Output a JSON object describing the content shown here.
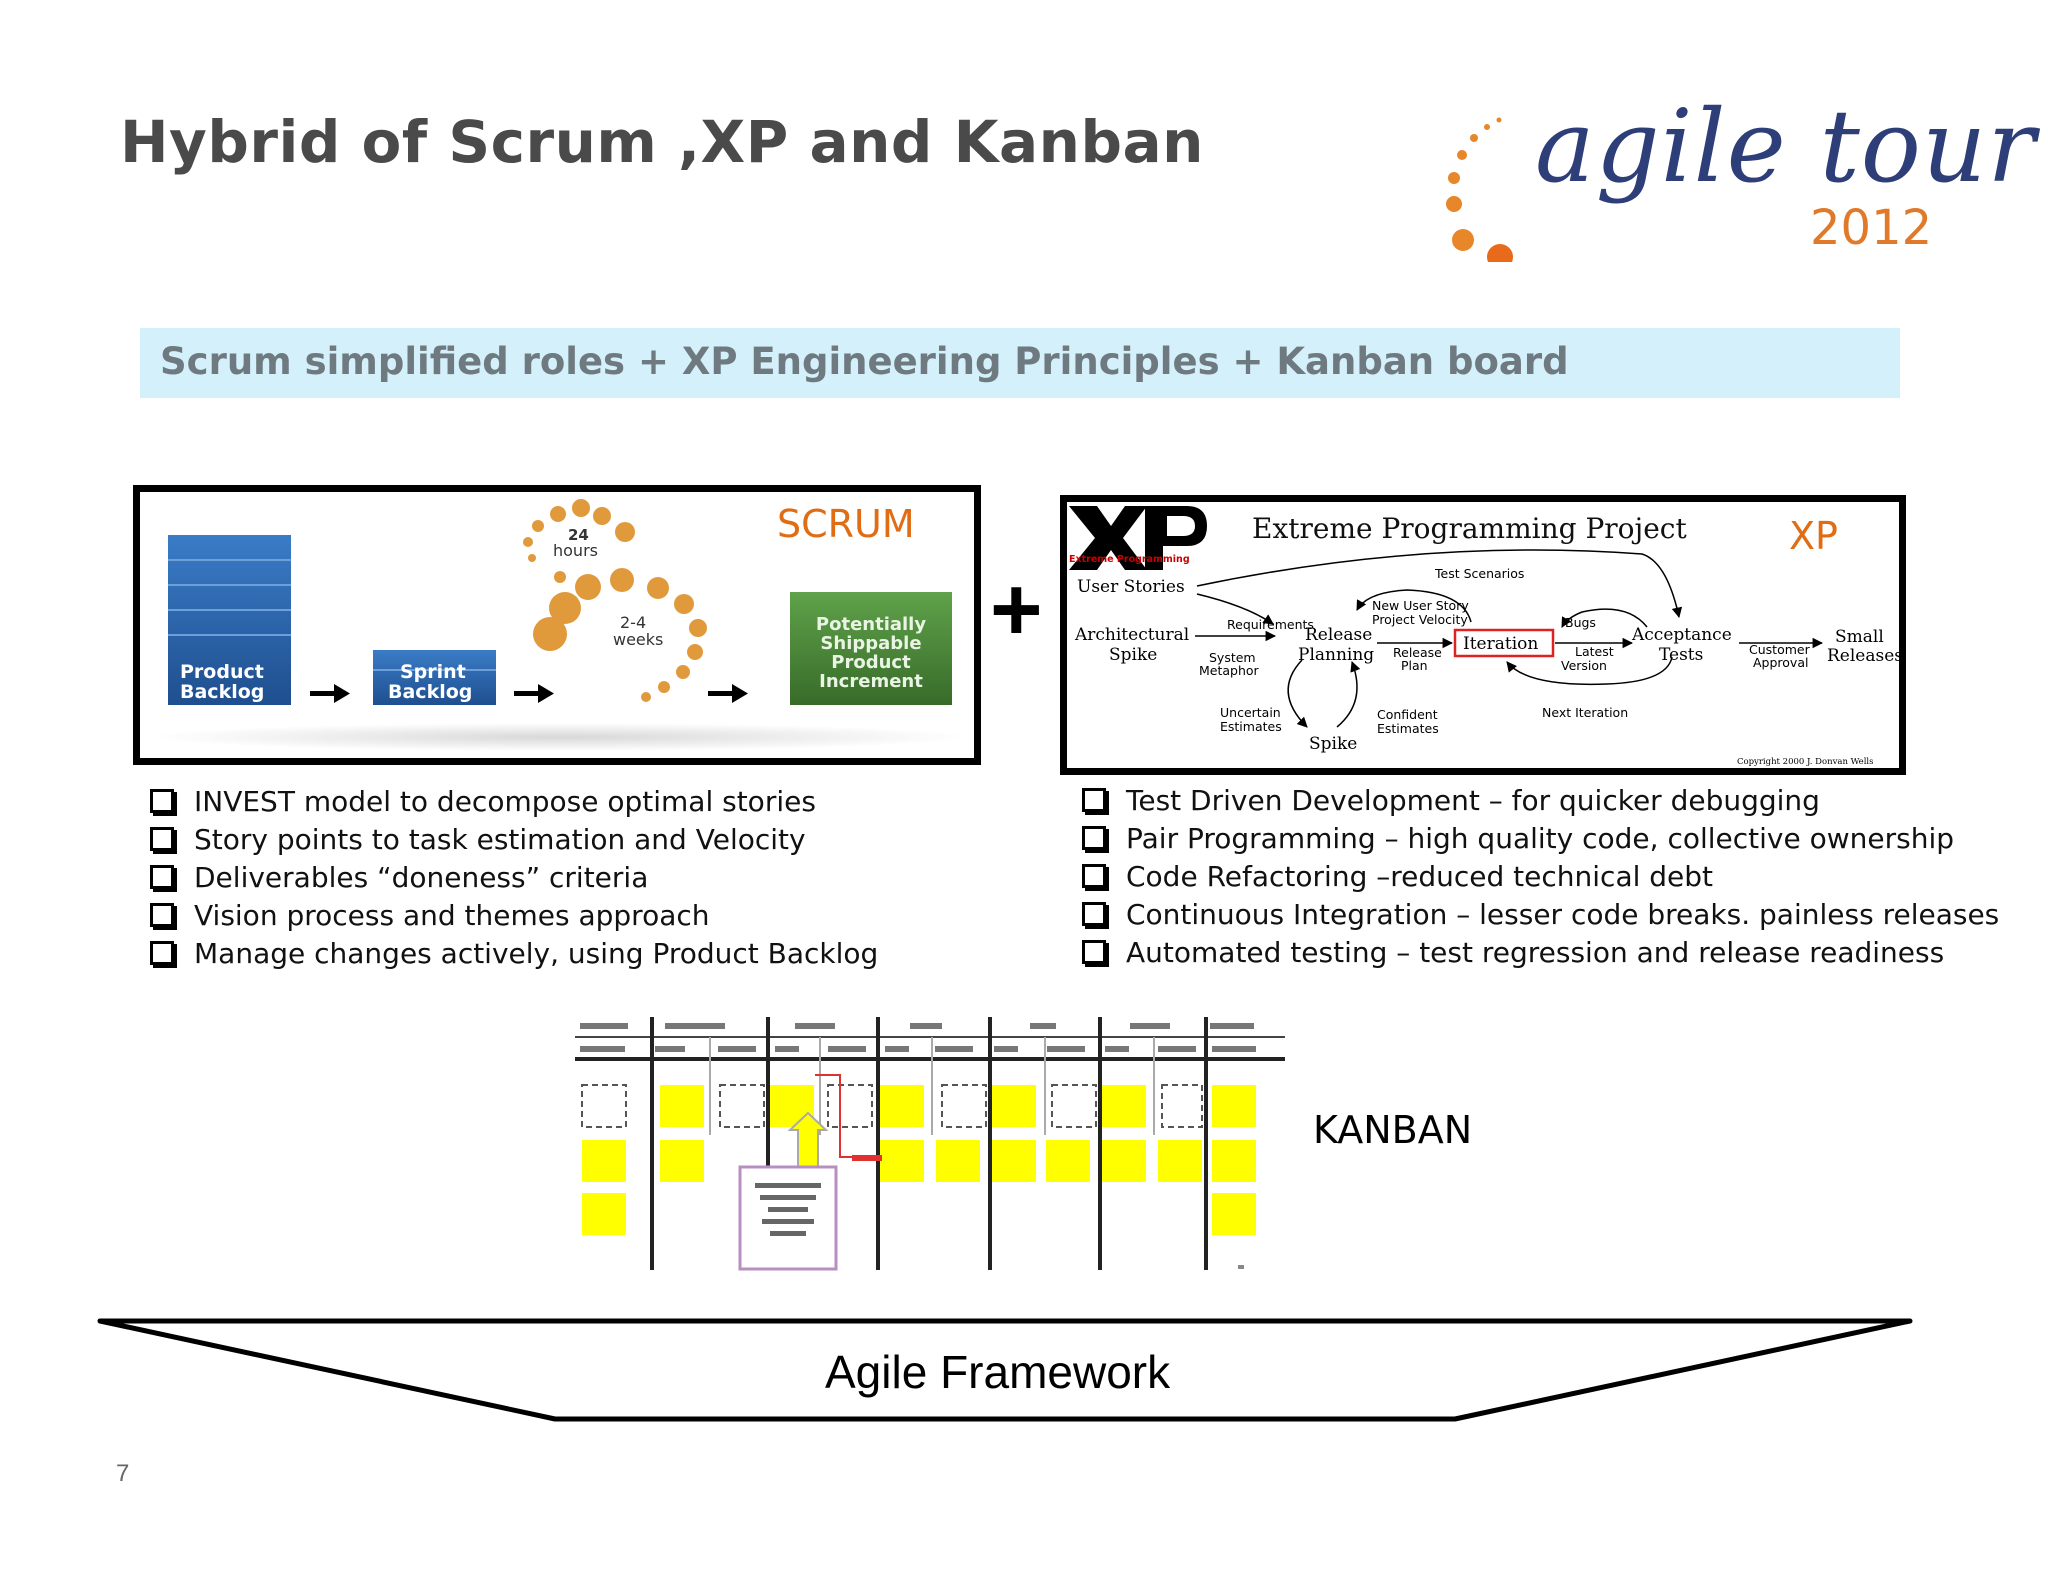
{
  "slide": {
    "title": "Hybrid of Scrum ,XP and Kanban",
    "page_number": "7"
  },
  "logo": {
    "word": "agile tour",
    "year": "2012"
  },
  "banner": {
    "text": "Scrum simplified roles + XP Engineering Principles + Kanban board"
  },
  "scrum": {
    "label": "SCRUM",
    "product_backlog": [
      "Product",
      "Backlog"
    ],
    "sprint_backlog": [
      "Sprint",
      "Backlog"
    ],
    "hours": [
      "24",
      "hours"
    ],
    "weeks": [
      "2-4",
      "weeks"
    ],
    "increment": [
      "Potentially",
      "Shippable",
      "Product",
      "Increment"
    ]
  },
  "plus": "+",
  "xp": {
    "label": "XP",
    "logo_text": "Extreme Programming",
    "title": "Extreme Programming Project",
    "nodes": {
      "user_stories": "User Stories",
      "arch_spike": [
        "Architectural",
        "Spike"
      ],
      "release_planning": [
        "Release",
        "Planning"
      ],
      "iteration": "Iteration",
      "acceptance_tests": [
        "Acceptance",
        "Tests"
      ],
      "small_releases": [
        "Small",
        "Releases"
      ],
      "spike": "Spike"
    },
    "edges": {
      "test_scenarios": "Test Scenarios",
      "requirements": "Requirements",
      "new_user_story": [
        "New User Story",
        "Project Velocity"
      ],
      "bugs": "Bugs",
      "system_metaphor": [
        "System",
        "Metaphor"
      ],
      "release_plan": [
        "Release",
        "Plan"
      ],
      "latest_version": [
        "Latest",
        "Version"
      ],
      "customer_approval": [
        "Customer",
        "Approval"
      ],
      "uncertain_estimates": [
        "Uncertain",
        "Estimates"
      ],
      "confident_estimates": [
        "Confident",
        "Estimates"
      ],
      "next_iteration": "Next Iteration"
    },
    "copyright": "Copyright 2000 J. Donvan Wells"
  },
  "scrum_points": [
    "INVEST model to decompose optimal stories",
    "Story points to task estimation and Velocity",
    "Deliverables “doneness” criteria",
    "Vision process and themes approach",
    "Manage changes actively, using Product Backlog"
  ],
  "xp_points": [
    "Test Driven Development – for quicker debugging",
    "Pair Programming – high quality code, collective ownership",
    "Code Refactoring –reduced technical debt",
    "Continuous Integration – lesser code breaks. painless releases",
    "Automated testing –  test regression and release readiness"
  ],
  "kanban": {
    "label": "KANBAN"
  },
  "framework": {
    "label": "Agile Framework"
  },
  "colors": {
    "title": "#4a4a4a",
    "banner_bg": "#d3f0fb",
    "orange": "#e06d14",
    "backlog_blue": "#2f6db5",
    "increment_green": "#4e8a3c",
    "sticky_yellow": "#ffff00"
  }
}
